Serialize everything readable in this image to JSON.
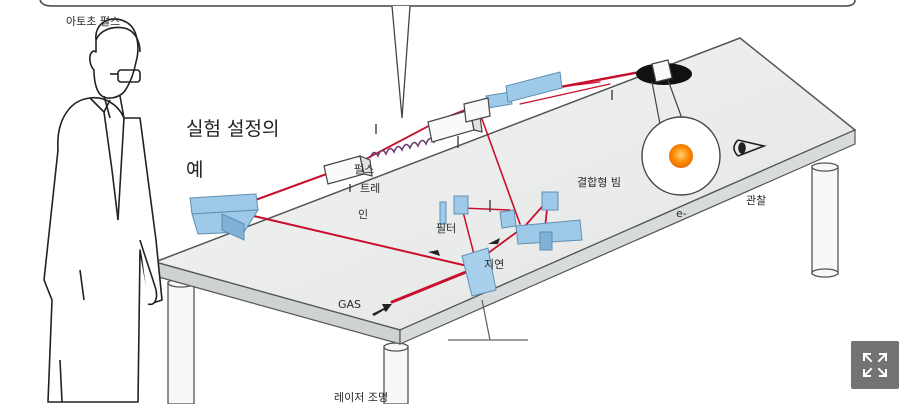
{
  "labels": {
    "attosecond_pulse": "아토초 펄스",
    "title_line1": "실험 설정의",
    "title_line2": "예",
    "pulse_train_1": "펄스",
    "pulse_train_2": "트레",
    "pulse_train_3": "인",
    "filter": "필터",
    "delay": "지연",
    "combined_beam": "결합형 빔",
    "electron": "e-",
    "observation": "관찰",
    "gas": "GAS",
    "laser_illumination": "레이저 조명"
  },
  "icons": {
    "expand": "expand-icon",
    "eye": "eye-icon"
  },
  "colors": {
    "laser": "#c8102e",
    "optics": "#9ec9e8",
    "table": "#eceeee",
    "ball": "#ff8a00",
    "button": "#5a5a5a"
  }
}
